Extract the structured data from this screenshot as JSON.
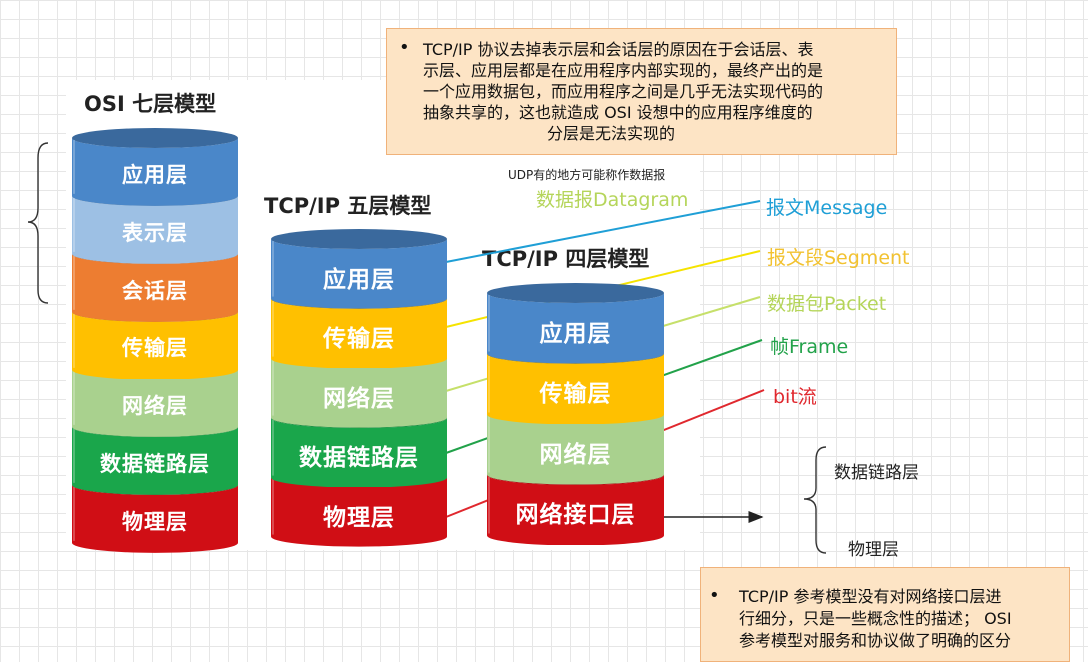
{
  "osi_model": {
    "title": "OSI 七层模型",
    "layers": [
      {
        "label": "应用层",
        "color": "#4a87c9"
      },
      {
        "label": "表示层",
        "color": "#9dc0e4"
      },
      {
        "label": "会话层",
        "color": "#ed7d31"
      },
      {
        "label": "传输层",
        "color": "#ffc000"
      },
      {
        "label": "网络层",
        "color": "#a9d18e"
      },
      {
        "label": "数据链路层",
        "color": "#1aa64b"
      },
      {
        "label": "物理层",
        "color": "#d00e15"
      }
    ]
  },
  "tcpip5_model": {
    "title": "TCP/IP 五层模型",
    "layers": [
      {
        "label": "应用层",
        "color": "#4a87c9"
      },
      {
        "label": "传输层",
        "color": "#ffc000"
      },
      {
        "label": "网络层",
        "color": "#a9d18e"
      },
      {
        "label": "数据链路层",
        "color": "#1aa64b"
      },
      {
        "label": "物理层",
        "color": "#d00e15"
      }
    ]
  },
  "tcpip4_model": {
    "title": "TCP/IP 四层模型",
    "layers": [
      {
        "label": "应用层",
        "color": "#4a87c9"
      },
      {
        "label": "传输层",
        "color": "#ffc000"
      },
      {
        "label": "网络层",
        "color": "#a9d18e"
      },
      {
        "label": "网络接口层",
        "color": "#d00e15"
      }
    ]
  },
  "top_note": {
    "bullet": "•",
    "lines": [
      "TCP/IP 协议去掉表示层和会话层的原因在于会话层、表",
      "示层、应用层都是在应用程序内部实现的，最终产出的是",
      "一个应用数据包，而应用程序之间是几乎无法实现代码的",
      "抽象共享的，这也就造成 OSI 设想中的应用程序维度的",
      "分层是无法实现的"
    ]
  },
  "bottom_note": {
    "bullet": "•",
    "lines": [
      "TCP/IP 参考模型没有对网络接口层进",
      "行细分，只是一些概念性的描述； OSI",
      "参考模型对服务和协议做了明确的区分"
    ]
  },
  "udp_note": "UDP有的地方可能称作数据报",
  "datagram_label": {
    "text": "数据报Datagram",
    "color": "#b5d55a"
  },
  "pdu_labels": [
    {
      "text": "报文Message",
      "color": "#1f9fd6"
    },
    {
      "text": "报文段Segment",
      "color": "#f2c230"
    },
    {
      "text": "数据包Packet",
      "color": "#b5d55a"
    },
    {
      "text": "帧Frame",
      "color": "#22a24a"
    },
    {
      "text": "bit流",
      "color": "#e0282e"
    }
  ],
  "interface_breakdown": {
    "upper": "数据链路层",
    "lower": "物理层"
  }
}
